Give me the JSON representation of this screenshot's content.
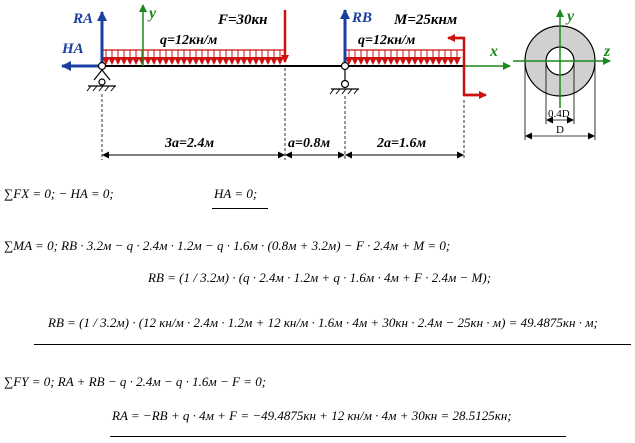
{
  "diagram": {
    "labels": {
      "ra": "RA",
      "ha": "HA",
      "rb": "RB",
      "y_axis": "y",
      "x_axis": "x",
      "z_axis": "z",
      "y_section": "y",
      "force": "F=30кн",
      "q_left": "q=12кн/м",
      "q_right": "q=12кн/м",
      "moment": "M=25кнм",
      "inner_dim": "0.4D",
      "outer_dim": "D"
    },
    "dimensions": {
      "span1": "3a=2.4м",
      "span2": "a=0.8м",
      "span3": "2a=1.6м"
    },
    "colors": {
      "load": "#cc1111",
      "axis": "#1a8a1a",
      "reaction": "#1a3fa0",
      "section_fill": "#d0d0d0"
    }
  },
  "equations": {
    "fx": "∑FX = 0;     − HA = 0;",
    "fx_result": "HA = 0;",
    "ma": "∑MA = 0;     RB · 3.2м − q · 2.4м · 1.2м − q · 1.6м · (0.8м + 3.2м) − F · 2.4м + M = 0;",
    "rb_expr": "RB = (1 / 3.2м) · (q · 2.4м · 1.2м + q · 1.6м · 4м + F · 2.4м − M);",
    "rb_value": "RB = (1 / 3.2м) · (12 кн/м · 2.4м · 1.2м + 12 кн/м · 1.6м · 4м + 30кн · 2.4м − 25кн · м) = 49.4875кн · м;",
    "fy": "∑FY = 0;     RA + RB − q · 2.4м − q · 1.6м − F = 0;",
    "ra_value": "RA = −RB + q · 4м + F = −49.4875кн + 12 кн/м · 4м + 30кн = 28.5125кн;"
  }
}
